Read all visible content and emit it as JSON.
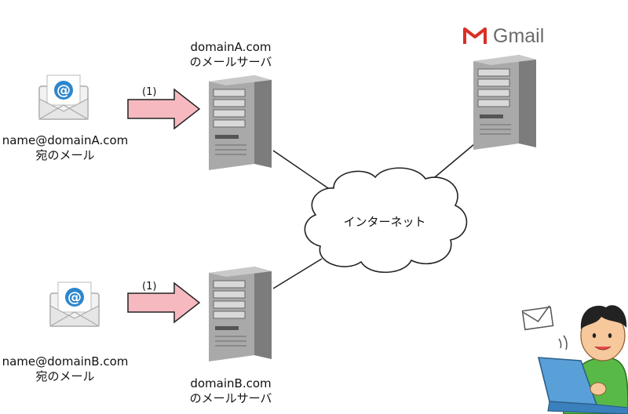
{
  "diagram": {
    "server_a": {
      "line1": "domainA.com",
      "line2": "のメールサーバ"
    },
    "server_b": {
      "line1": "domainB.com",
      "line2": "のメールサーバ"
    },
    "email_a": {
      "line1": "name@domainA.com",
      "line2": "宛のメール"
    },
    "email_b": {
      "line1": "name@domainB.com",
      "line2": "宛のメール"
    },
    "step_a": "(1)",
    "step_b": "(1)",
    "cloud_label": "インターネット",
    "gmail_label": "Gmail"
  },
  "colors": {
    "arrow_fill": "#f7b9c0",
    "arrow_stroke": "#222222",
    "server_body": "#9a9a9a",
    "server_face": "#bdbdbd",
    "envelope_blue": "#2d86cc",
    "gmail_red": "#d93025",
    "laptop_blue": "#5aa0d8",
    "shirt_green": "#58b947"
  },
  "icons": [
    "envelope-at-icon",
    "server-icon",
    "gmail-logo-icon",
    "user-laptop-icon",
    "mail-icon"
  ]
}
